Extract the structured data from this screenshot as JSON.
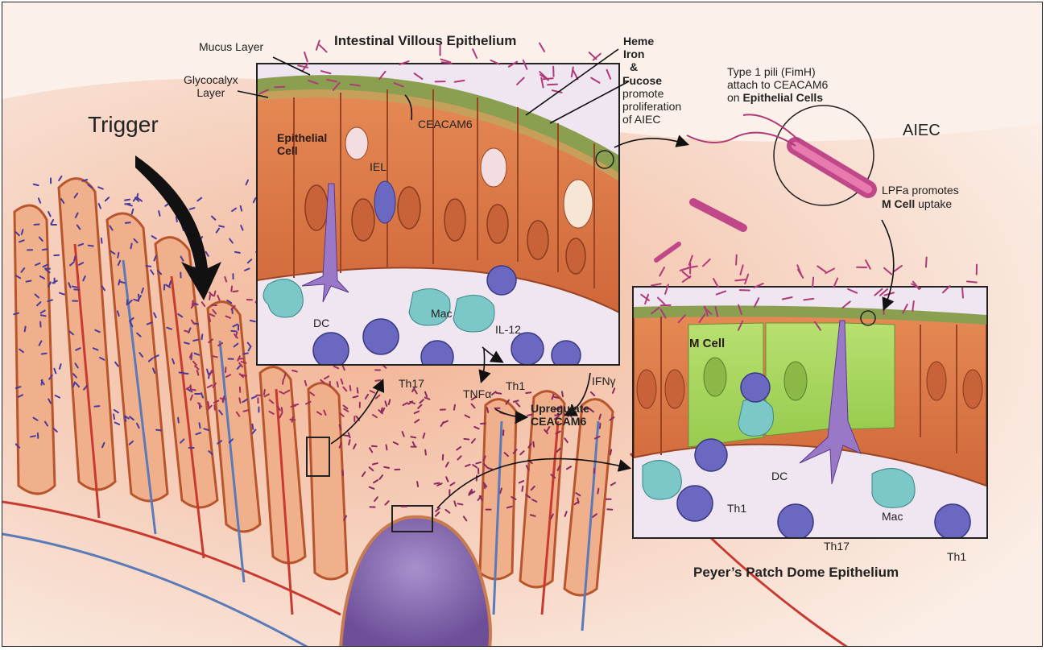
{
  "labels": {
    "trigger": "Trigger",
    "mucus_layer": "Mucus Layer",
    "glycocalyx_layer": "Glycocalyx\nLayer",
    "villous_title": "Intestinal Villous Epithelium",
    "heme": "Heme",
    "iron": "Iron",
    "amp": "&",
    "fucose": "Fucose",
    "promote_prolif": "promote\nproliferation\nof AIEC",
    "ceacam6": "CEACAM6",
    "epithelial_cell": "Epithelial\nCell",
    "iel": "IEL",
    "dc": "DC",
    "mac": "Mac",
    "il12": "IL-12",
    "th17": "Th17",
    "th1": "Th1",
    "tnfa": "TNFα",
    "ifng": "IFNγ",
    "upregulate": "Upregulate\nCEACAM6",
    "pili_line1": "Type 1 pili (FimH)\nattach to CEACAM6\non ",
    "pili_bold": "Epithelial Cells",
    "aiec": "AIEC",
    "lpfa_line1": "LPFa promotes",
    "lpfa_bold": "M Cell",
    "lpfa_rest": " uptake",
    "m_cell": "M Cell",
    "pp_dc": "DC",
    "pp_th1_a": "Th1",
    "pp_mac": "Mac",
    "pp_th17": "Th17",
    "pp_th1_b": "Th1",
    "peyers_title": "Peyer’s Patch Dome Epithelium"
  },
  "colors": {
    "epithelium": "#e07a48",
    "epithelium_dark": "#b8552c",
    "lamina": "#efe6f2",
    "villus_bg": "#f4c7b0",
    "m_cell": "#a8d860",
    "lymphocyte": "#6a68c0",
    "macrophage": "#7cc8c8",
    "dc": "#9a78c8",
    "bacteria": "#b03a78",
    "mucus": "#8aa050",
    "vessel_red": "#c83a30",
    "vessel_blue": "#5a7ab8",
    "dome": "#8a68b0"
  },
  "icons": [
    "trigger-arrow",
    "bacterium-aiec",
    "zoom-circle",
    "flow-arrow"
  ]
}
